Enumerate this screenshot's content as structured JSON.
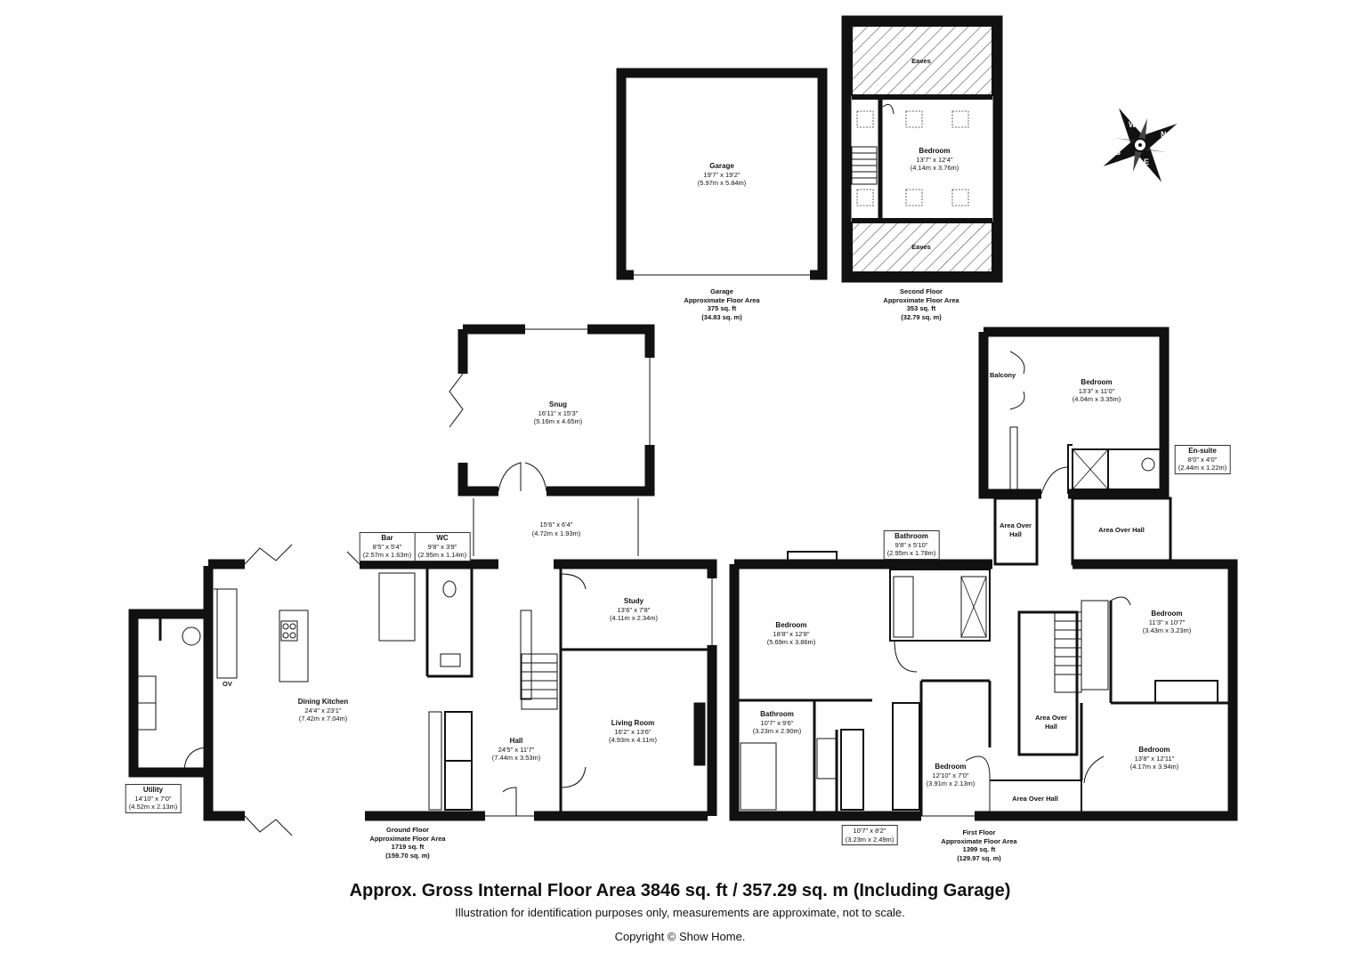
{
  "rooms": {
    "garage": {
      "name": "Garage",
      "imperial": "19'7\" x 19'2\"",
      "metric": "(5.97m x 5.84m)"
    },
    "second_bedroom": {
      "name": "Bedroom",
      "imperial": "13'7\" x 12'4\"",
      "metric": "(4.14m x 3.76m)"
    },
    "eaves_top": "Eaves",
    "eaves_bottom": "Eaves",
    "snug": {
      "name": "Snug",
      "imperial": "16'11\" x 15'3\"",
      "metric": "(5.16m x 4.65m)"
    },
    "lobby": {
      "imperial": "15'6\" x 6'4\"",
      "metric": "(4.72m x 1.93m)"
    },
    "bar": {
      "name": "Bar",
      "imperial": "8'5\" x 5'4\"",
      "metric": "(2.57m x 1.63m)"
    },
    "wc": {
      "name": "WC",
      "imperial": "9'8\" x 3'9\"",
      "metric": "(2.95m x 1.14m)"
    },
    "study": {
      "name": "Study",
      "imperial": "13'6\" x 7'8\"",
      "metric": "(4.11m x 2.34m)"
    },
    "living": {
      "name": "Living Room",
      "imperial": "16'2\" x 13'6\"",
      "metric": "(4.93m x 4.11m)"
    },
    "hall": {
      "name": "Hall",
      "imperial": "24'5\" x 11'7\"",
      "metric": "(7.44m x 3.53m)"
    },
    "dining": {
      "name": "Dining Kitchen",
      "imperial": "24'4\" x 23'1\"",
      "metric": "(7.42m x 7.04m)"
    },
    "utility": {
      "name": "Utility",
      "imperial": "14'10\" x 7'0\"",
      "metric": "(4.52m x 2.13m)"
    },
    "oven": "OV",
    "first_bath_top": {
      "name": "Bathroom",
      "imperial": "9'8\" x 5'10\"",
      "metric": "(2.95m x 1.78m)"
    },
    "first_bed_left": {
      "name": "Bedroom",
      "imperial": "18'8\" x 12'8\"",
      "metric": "(5.69m x 3.86m)"
    },
    "first_bath_left": {
      "name": "Bathroom",
      "imperial": "10'7\" x 9'6\"",
      "metric": "(3.23m x 2.90m)"
    },
    "dressing": {
      "imperial": "10'7\" x 8'2\"",
      "metric": "(3.23m x 2.49m)"
    },
    "first_bed_mid": {
      "name": "Bedroom",
      "imperial": "12'10\" x 7'0\"",
      "metric": "(3.91m x 2.13m)"
    },
    "first_bed_top": {
      "name": "Bedroom",
      "imperial": "13'3\" x 11'0\"",
      "metric": "(4.04m x 3.35m)"
    },
    "balcony": "Balcony",
    "ensuite": {
      "name": "En-suite",
      "imperial": "8'0\" x 4'0\"",
      "metric": "(2.44m x 1.22m)"
    },
    "first_bed_right_top": {
      "name": "Bedroom",
      "imperial": "11'3\" x 10'7\"",
      "metric": "(3.43m x 3.23m)"
    },
    "first_bed_right_bottom": {
      "name": "Bedroom",
      "imperial": "13'8\" x 12'11\"",
      "metric": "(4.17m x 3.94m)"
    },
    "area_over_hall_1": "Area Over Hall",
    "area_over_hall_2": "Area Over Hall",
    "area_over_hall_3": "Area Over Hall",
    "area_over_hall_4": "Area Over Hall"
  },
  "floors": {
    "garage": {
      "name": "Garage",
      "label": "Approximate Floor Area",
      "sqft": "375 sq. ft",
      "sqm": "(34.83 sq. m)"
    },
    "second": {
      "name": "Second Floor",
      "label": "Approximate Floor Area",
      "sqft": "353 sq. ft",
      "sqm": "(32.79 sq. m)"
    },
    "ground": {
      "name": "Ground Floor",
      "label": "Approximate Floor Area",
      "sqft": "1719 sq. ft",
      "sqm": "(159.70 sq. m)"
    },
    "first": {
      "name": "First Floor",
      "label": "Approximate Floor Area",
      "sqft": "1399 sq. ft",
      "sqm": "(129.97 sq. m)"
    }
  },
  "compass": {
    "n": "N",
    "e": "E",
    "s": "S",
    "w": "W"
  },
  "footer": {
    "title": "Approx. Gross Internal Floor Area 3846 sq. ft / 357.29 sq. m (Including Garage)",
    "note": "Illustration for identification purposes only, measurements are approximate, not to scale.",
    "copyright": "Copyright © Show Home."
  },
  "colors": {
    "wall": "#111111",
    "hatch": "#555555",
    "background": "#ffffff"
  }
}
